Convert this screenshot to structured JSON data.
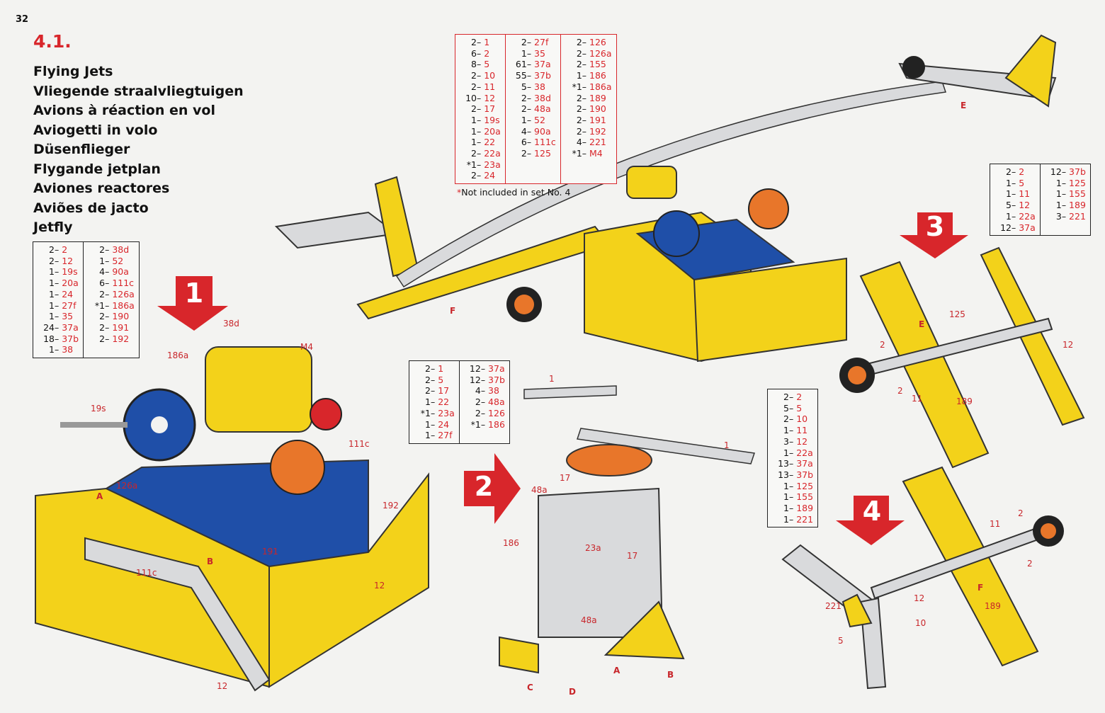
{
  "page_number": "32",
  "section": "4.1.",
  "titles": [
    "Flying Jets",
    "Vliegende straalvliegtuigen",
    "Avions à réaction en vol",
    "Aviogetti in volo",
    "Düsenflieger",
    "Flygande jetplan",
    "Aviones reactores",
    "Aviões de jacto",
    "Jetfly"
  ],
  "note": "Not included in set No. 4",
  "note_star": "*",
  "tables": {
    "main": [
      [
        [
          "2",
          "1"
        ],
        [
          "6",
          "2"
        ],
        [
          "8",
          "5"
        ],
        [
          "2",
          "10"
        ],
        [
          "2",
          "11"
        ],
        [
          "10",
          "12"
        ],
        [
          "2",
          "17"
        ],
        [
          "1",
          "19s"
        ],
        [
          "1",
          "20a"
        ],
        [
          "1",
          "22"
        ],
        [
          "2",
          "22a"
        ],
        [
          "*1",
          "23a"
        ],
        [
          "2",
          "24"
        ]
      ],
      [
        [
          "2",
          "27f"
        ],
        [
          "1",
          "35"
        ],
        [
          "61",
          "37a"
        ],
        [
          "55",
          "37b"
        ],
        [
          "5",
          "38"
        ],
        [
          "2",
          "38d"
        ],
        [
          "2",
          "48a"
        ],
        [
          "1",
          "52"
        ],
        [
          "4",
          "90a"
        ],
        [
          "6",
          "111c"
        ],
        [
          "2",
          "125"
        ]
      ],
      [
        [
          "2",
          "126"
        ],
        [
          "2",
          "126a"
        ],
        [
          "2",
          "155"
        ],
        [
          "1",
          "186"
        ],
        [
          "*1",
          "186a"
        ],
        [
          "2",
          "189"
        ],
        [
          "2",
          "190"
        ],
        [
          "2",
          "191"
        ],
        [
          "2",
          "192"
        ],
        [
          "4",
          "221"
        ],
        [
          "*1",
          "M4"
        ]
      ]
    ],
    "step1": [
      [
        [
          "2",
          "2"
        ],
        [
          "2",
          "12"
        ],
        [
          "1",
          "19s"
        ],
        [
          "1",
          "20a"
        ],
        [
          "1",
          "24"
        ],
        [
          "1",
          "27f"
        ],
        [
          "1",
          "35"
        ],
        [
          "24",
          "37a"
        ],
        [
          "18",
          "37b"
        ],
        [
          "1",
          "38"
        ]
      ],
      [
        [
          "2",
          "38d"
        ],
        [
          "1",
          "52"
        ],
        [
          "4",
          "90a"
        ],
        [
          "6",
          "111c"
        ],
        [
          "2",
          "126a"
        ],
        [
          "*1",
          "186a"
        ],
        [
          "2",
          "190"
        ],
        [
          "2",
          "191"
        ],
        [
          "2",
          "192"
        ]
      ]
    ],
    "step2": [
      [
        [
          "2",
          "1"
        ],
        [
          "2",
          "5"
        ],
        [
          "2",
          "17"
        ],
        [
          "1",
          "22"
        ],
        [
          "*1",
          "23a"
        ],
        [
          "1",
          "24"
        ],
        [
          "1",
          "27f"
        ]
      ],
      [
        [
          "12",
          "37a"
        ],
        [
          "12",
          "37b"
        ],
        [
          "4",
          "38"
        ],
        [
          "2",
          "48a"
        ],
        [
          "2",
          "126"
        ],
        [
          "*1",
          "186"
        ]
      ]
    ],
    "step3": [
      [
        [
          "2",
          "2"
        ],
        [
          "1",
          "5"
        ],
        [
          "1",
          "11"
        ],
        [
          "5",
          "12"
        ],
        [
          "1",
          "22a"
        ],
        [
          "12",
          "37a"
        ]
      ],
      [
        [
          "12",
          "37b"
        ],
        [
          "1",
          "125"
        ],
        [
          "1",
          "155"
        ],
        [
          "1",
          "189"
        ],
        [
          "3",
          "221"
        ]
      ]
    ],
    "step4": [
      [
        [
          "2",
          "2"
        ],
        [
          "5",
          "5"
        ],
        [
          "2",
          "10"
        ],
        [
          "1",
          "11"
        ],
        [
          "3",
          "12"
        ],
        [
          "1",
          "22a"
        ],
        [
          "13",
          "37a"
        ],
        [
          "13",
          "37b"
        ],
        [
          "1",
          "125"
        ],
        [
          "1",
          "155"
        ],
        [
          "1",
          "189"
        ],
        [
          "1",
          "221"
        ]
      ]
    ]
  },
  "steps": [
    "1",
    "2",
    "3",
    "4"
  ],
  "labels": {
    "s1": [
      "38d",
      "186a",
      "M4",
      "19s",
      "111c",
      "126a",
      "A",
      "192",
      "191",
      "111c",
      "B",
      "12",
      "12"
    ],
    "s2": [
      "1",
      "1",
      "17",
      "48a",
      "186",
      "23a",
      "17",
      "48a",
      "A",
      "B",
      "C",
      "D"
    ],
    "s3": [
      "125",
      "E",
      "2",
      "12",
      "2",
      "11",
      "189"
    ],
    "s4": [
      "11",
      "2",
      "2",
      "12",
      "221",
      "10",
      "5",
      "F",
      "189"
    ],
    "top": [
      "E",
      "F"
    ]
  },
  "colors": {
    "red": "#d8262b",
    "yellow": "#f3d21a",
    "blue": "#1f4fa8",
    "silver": "#d9dadc",
    "orange": "#e8762a"
  }
}
